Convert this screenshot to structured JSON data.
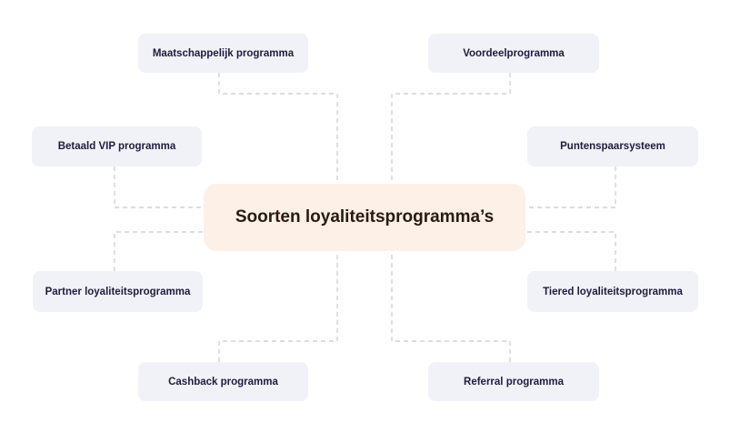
{
  "diagram": {
    "center": {
      "label": "Soorten loyaliteitsprogramma’s"
    },
    "left_nodes": [
      {
        "label": "Maatschappelijk programma"
      },
      {
        "label": "Betaald VIP programma"
      },
      {
        "label": "Partner loyaliteitsprogramma"
      },
      {
        "label": "Cashback programma"
      }
    ],
    "right_nodes": [
      {
        "label": "Voordeelprogramma"
      },
      {
        "label": "Puntenspaarsysteem"
      },
      {
        "label": "Tiered loyaliteitsprogramma"
      },
      {
        "label": "Referral programma"
      }
    ]
  },
  "colors": {
    "center_fill": "#fdf0e6",
    "node_fill": "#f1f1f8",
    "connector": "#d2d2d6",
    "text": "#1d1d3c"
  }
}
